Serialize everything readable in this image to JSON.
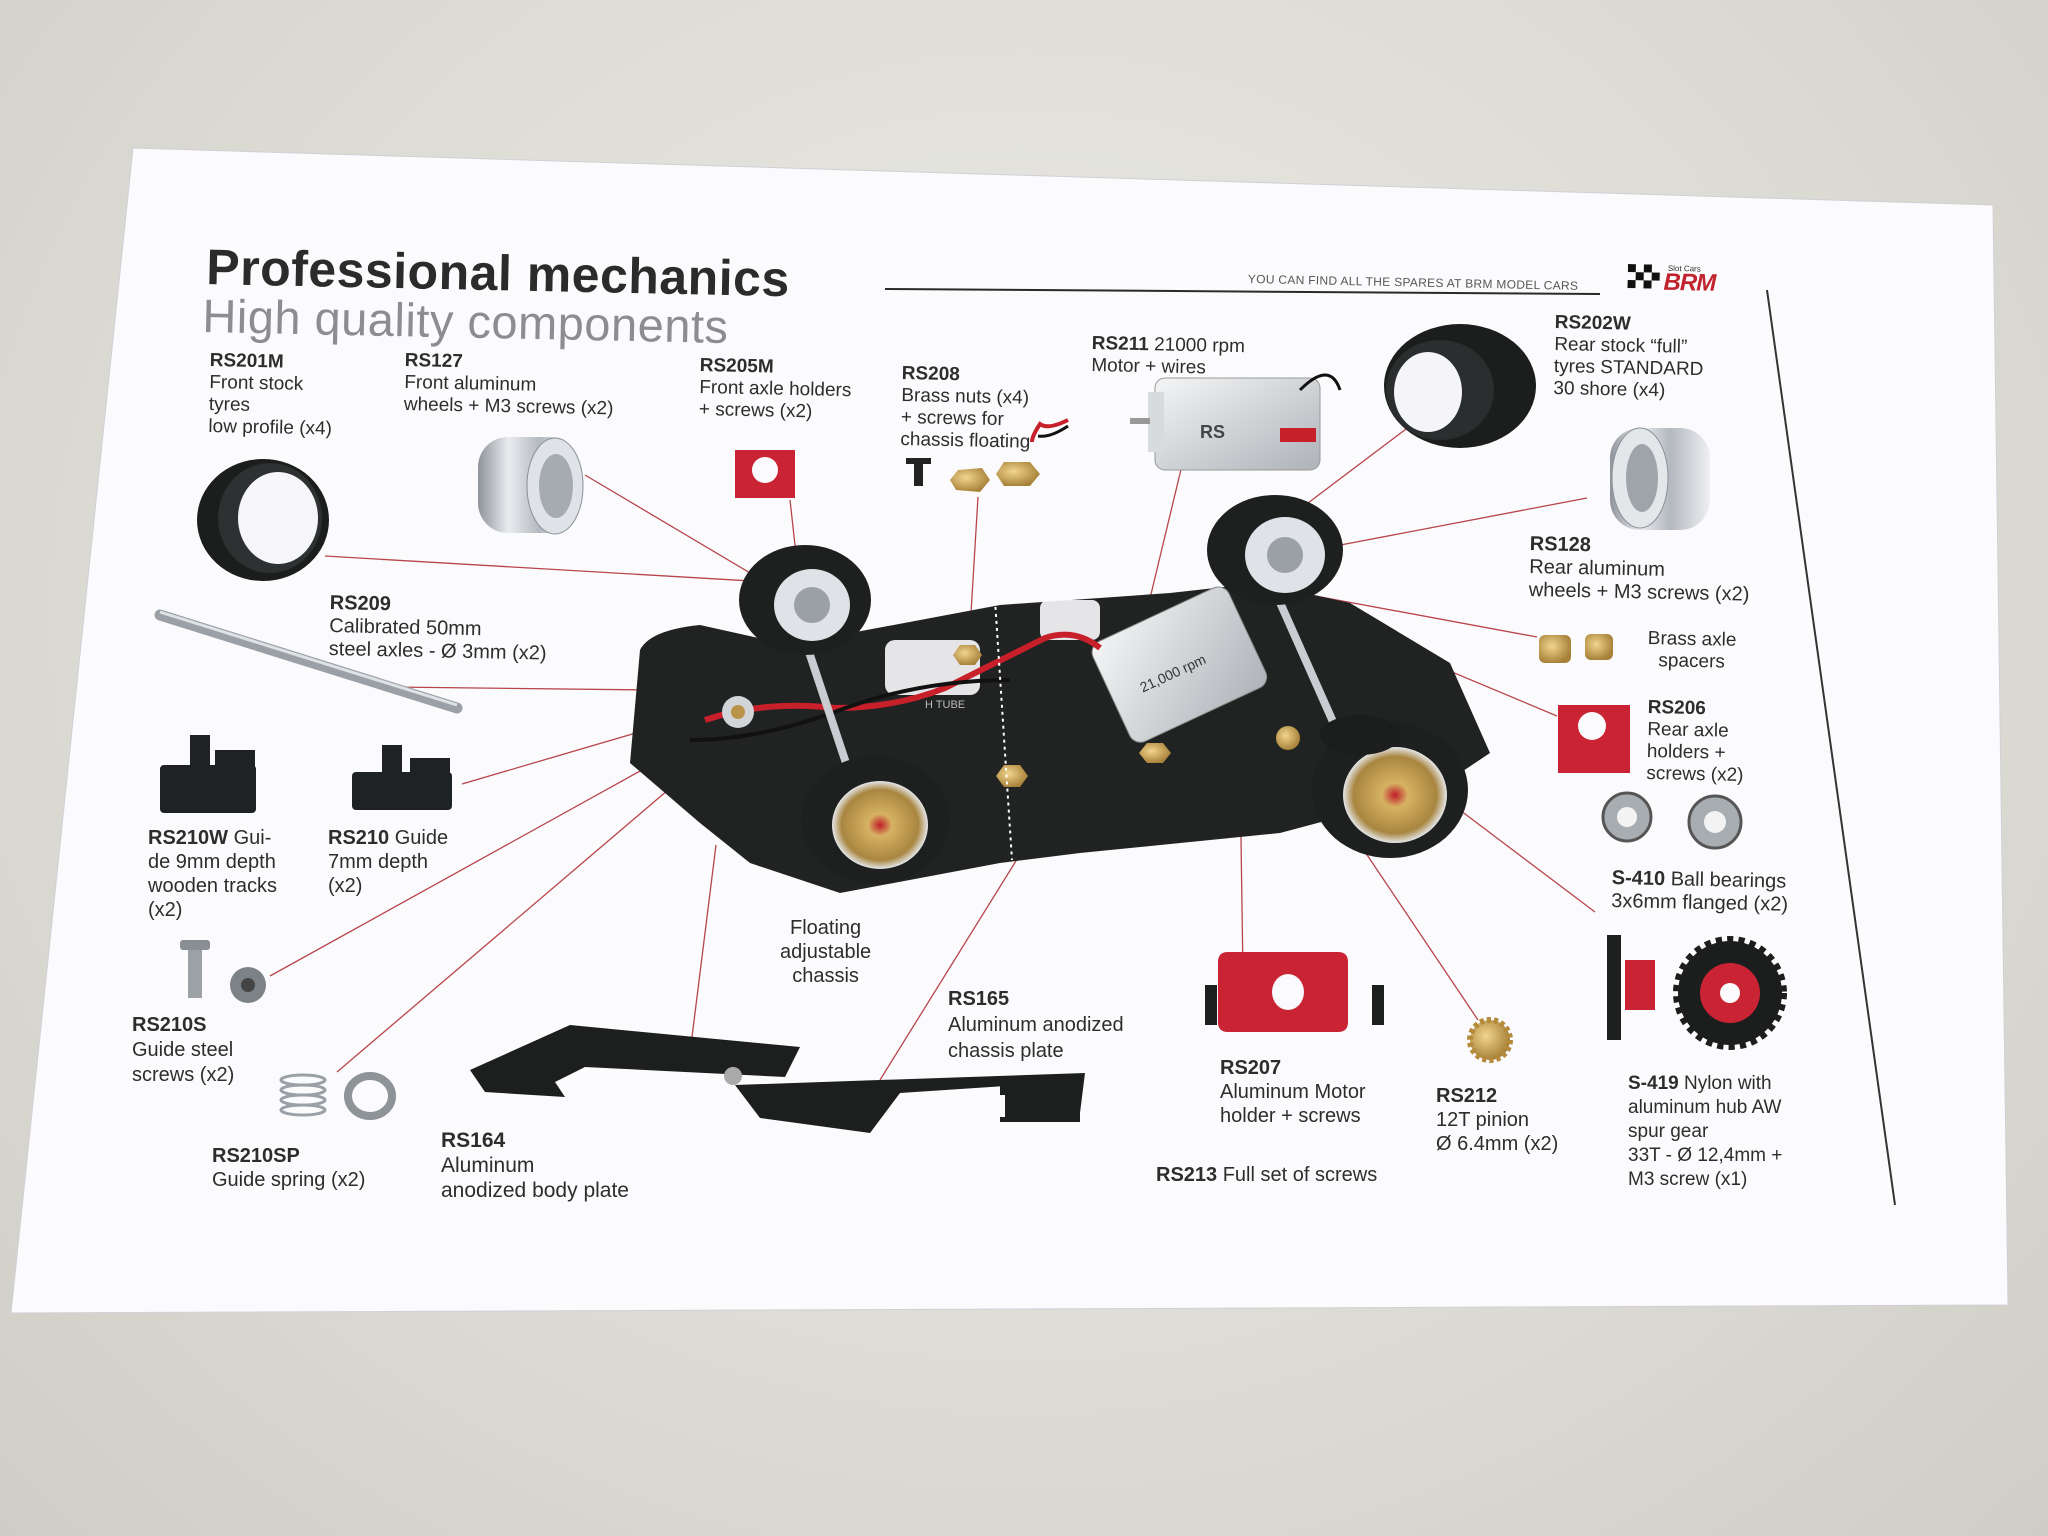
{
  "header": {
    "title": "Professional mechanics",
    "subtitle": "High quality components",
    "spares_note": "YOU CAN FIND ALL THE SPARES AT BRM MODEL CARS",
    "logo_text": "BRM",
    "logo_small": "Slot Cars"
  },
  "parts": [
    {
      "code": "RS201M",
      "lines": [
        "Front stock",
        "tyres",
        "low profile (x4)"
      ]
    },
    {
      "code": "RS127",
      "lines": [
        "Front aluminum",
        "wheels + M3 screws (x2)"
      ]
    },
    {
      "code": "RS205M",
      "lines": [
        "Front axle holders",
        "+ screws (x2)"
      ]
    },
    {
      "code": "RS208",
      "lines": [
        "Brass nuts (x4)",
        "+ screws for",
        "chassis floating"
      ]
    },
    {
      "code": "RS211",
      "inline": "21000 rpm",
      "lines": [
        "Motor + wires"
      ]
    },
    {
      "code": "RS202W",
      "lines": [
        "Rear stock “full”",
        "tyres STANDARD",
        "30 shore (x4)"
      ]
    },
    {
      "code": "RS128",
      "lines": [
        "Rear aluminum",
        "wheels + M3 screws (x2)"
      ]
    },
    {
      "code": "",
      "lines": [
        "Brass axle",
        "spacers"
      ]
    },
    {
      "code": "RS206",
      "lines": [
        "Rear axle",
        "holders +",
        "screws (x2)"
      ]
    },
    {
      "code": "S-410",
      "inline": "Ball bearings",
      "lines": [
        "3x6mm flanged (x2)"
      ]
    },
    {
      "code": "RS209",
      "lines": [
        "Calibrated 50mm",
        "steel axles - Ø 3mm (x2)"
      ]
    },
    {
      "code": "RS210W",
      "inline": "Gui-",
      "lines": [
        "de 9mm depth",
        "wooden tracks",
        "(x2)"
      ]
    },
    {
      "code": "RS210",
      "inline": "Guide",
      "lines": [
        "7mm depth",
        "(x2)"
      ]
    },
    {
      "code": "RS210S",
      "lines": [
        "Guide steel",
        "screws (x2)"
      ]
    },
    {
      "code": "RS210SP",
      "lines": [
        "Guide spring (x2)"
      ]
    },
    {
      "code": "RS164",
      "lines": [
        "Aluminum",
        "anodized body plate"
      ]
    },
    {
      "code": "",
      "lines": [
        "Floating",
        "adjustable",
        "chassis"
      ]
    },
    {
      "code": "RS165",
      "lines": [
        "Aluminum anodized",
        "chassis plate"
      ]
    },
    {
      "code": "RS207",
      "lines": [
        "Aluminum Motor",
        "holder + screws"
      ]
    },
    {
      "code": "RS212",
      "lines": [
        "12T pinion",
        "Ø 6.4mm (x2)"
      ]
    },
    {
      "code": "S-419",
      "inline": "Nylon with",
      "lines": [
        "aluminum hub AW",
        "spur gear",
        "33T  - Ø 12,4mm +",
        "M3 screw (x1)"
      ]
    },
    {
      "code": "RS213",
      "inline": "Full set of screws",
      "lines": []
    }
  ],
  "motor_label": "21,000 rpm",
  "chassis_tag": "H TUBE",
  "colors": {
    "accent_red": "#c8202b",
    "leader_line": "#b23a3a",
    "tyre": "#1e1f1f",
    "chassis": "#202321",
    "brass": "#c9a55a",
    "aluminum": "#c9cdd2"
  }
}
